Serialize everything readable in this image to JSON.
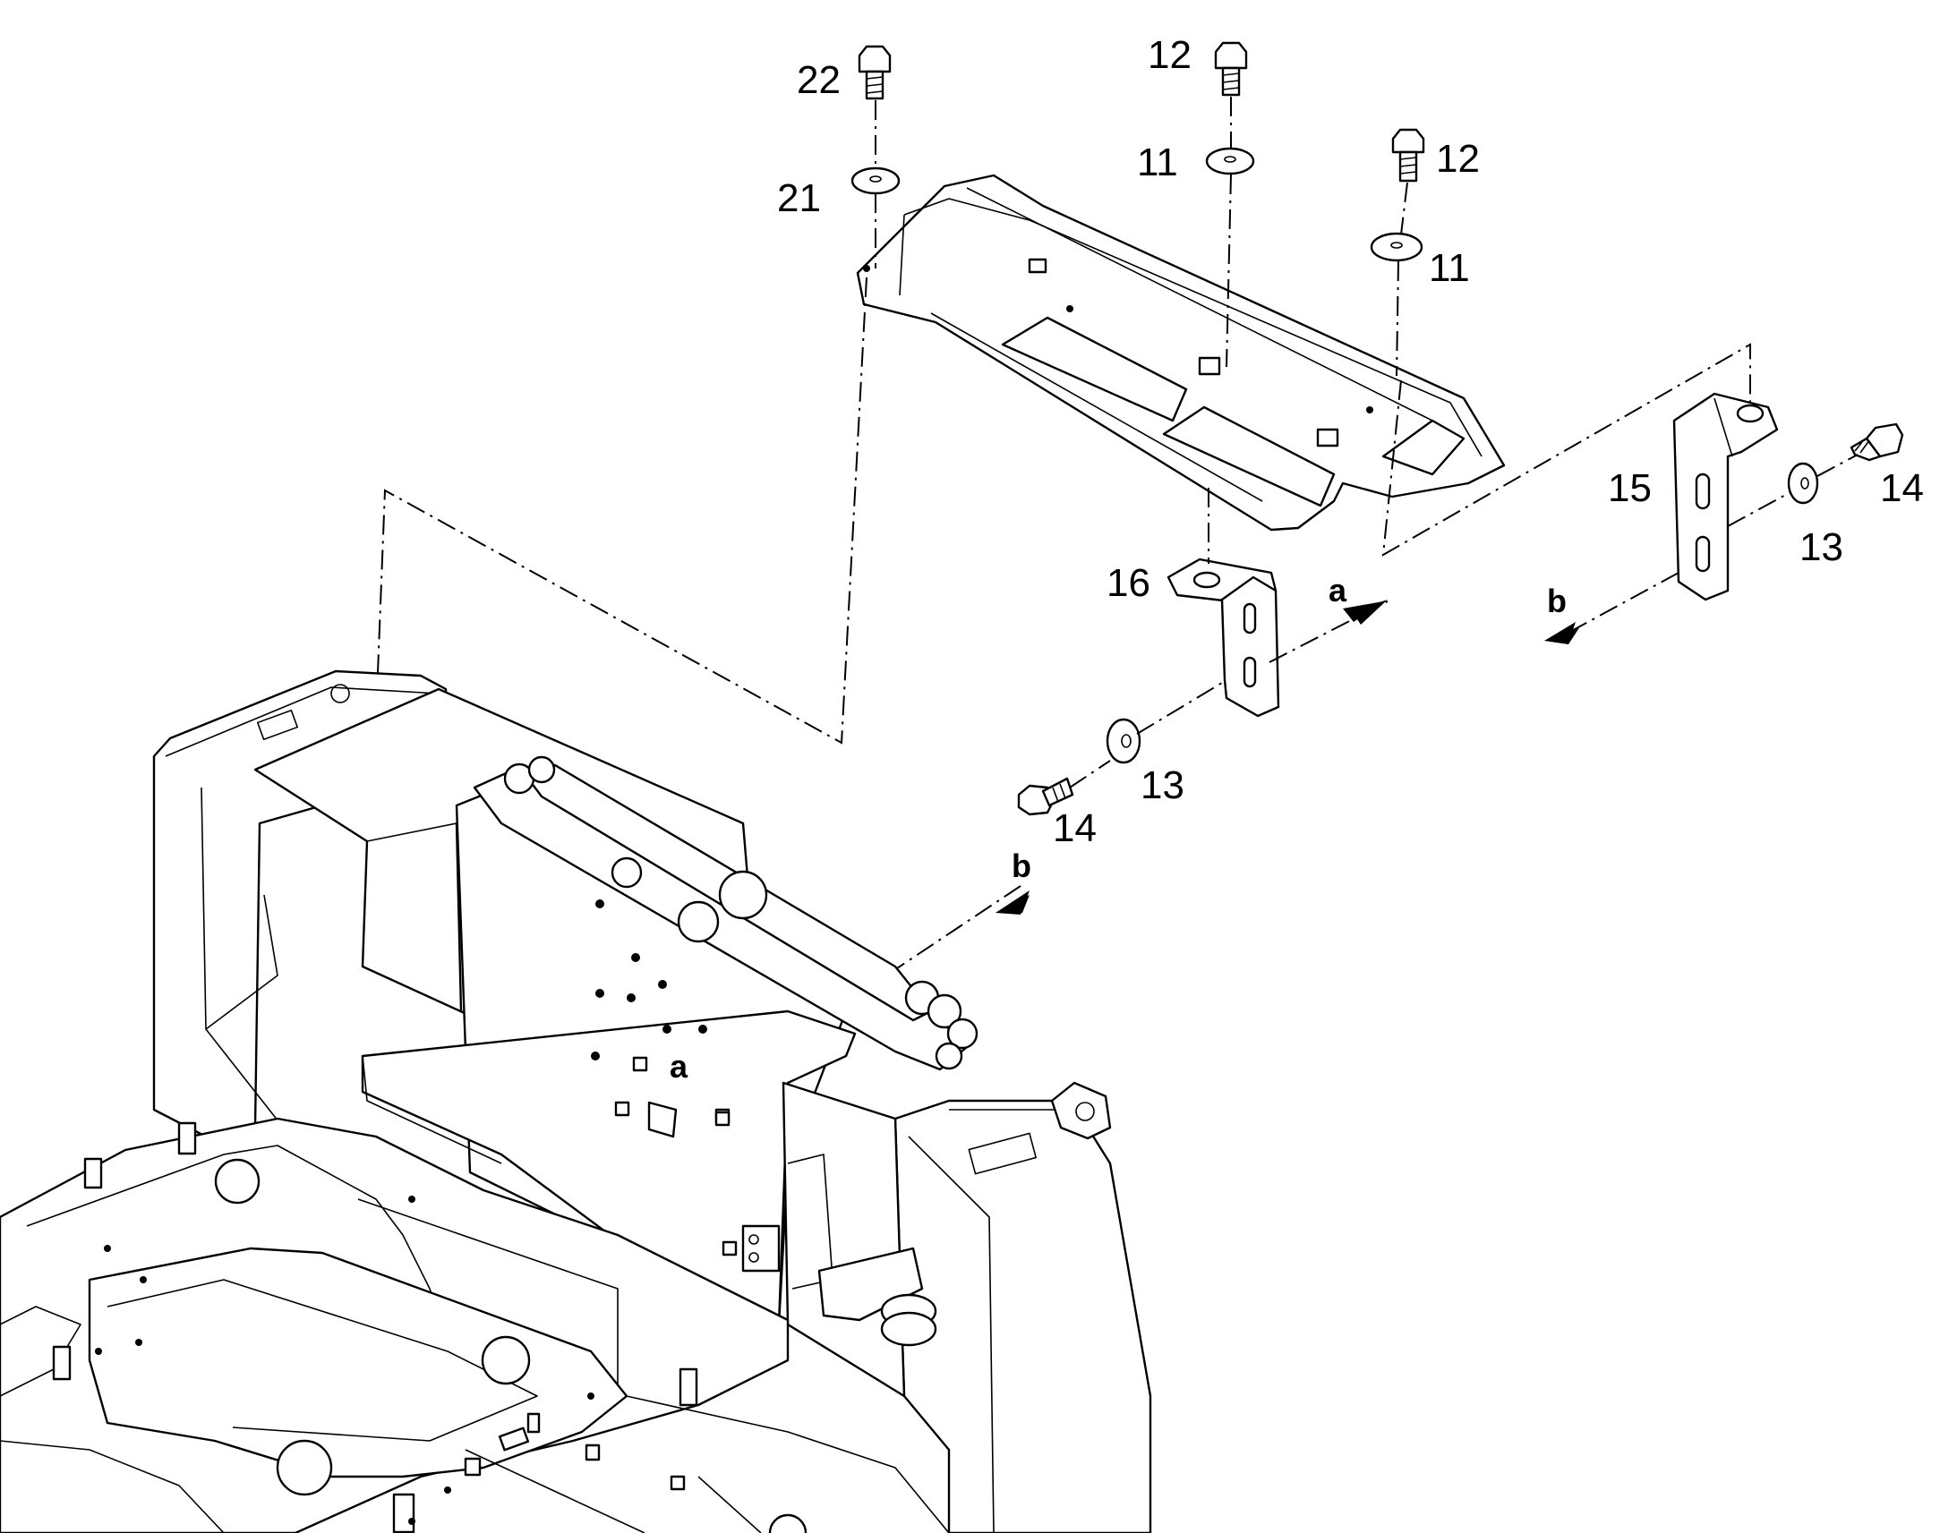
{
  "labels": {
    "p22": "22",
    "p21": "21",
    "p12a": "12",
    "p11a": "11",
    "p12b": "12",
    "p11b": "11",
    "p16": "16",
    "p15": "15",
    "p13a": "13",
    "p14a": "14",
    "p13b": "13",
    "p14b": "14",
    "dir_a1": "a",
    "dir_a2": "a",
    "dir_b1": "b",
    "dir_b2": "b"
  }
}
